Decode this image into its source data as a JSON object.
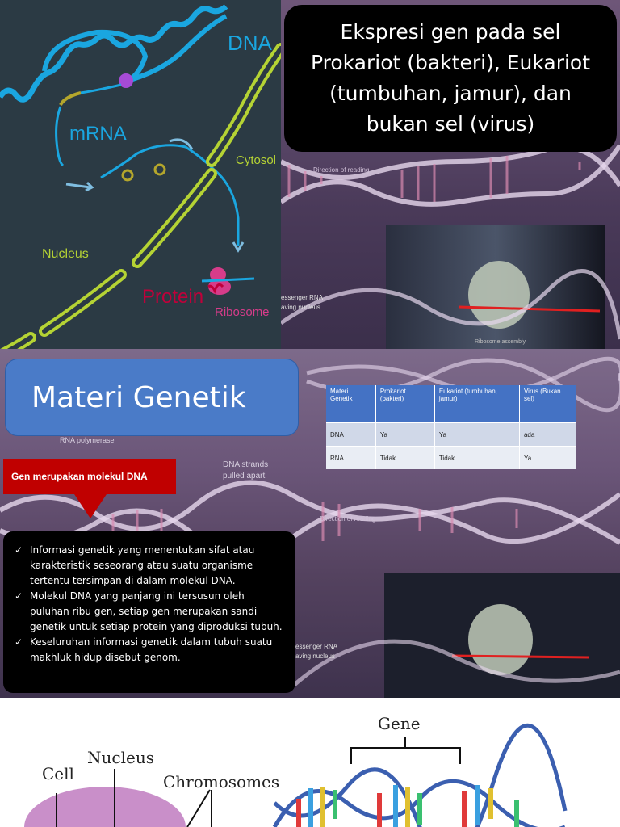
{
  "slide1": {
    "title": "Ekspresi gen pada sel Prokariot (bakteri), Eukariot (tumbuhan, jamur), dan bukan sel (virus)",
    "diagram": {
      "dna": "DNA",
      "mrna": "mRNA",
      "cytosol": "Cytosol",
      "nucleus": "Nucleus",
      "protein": "Protein",
      "ribosome": "Ribosome"
    },
    "photo_caption_a": "Direction of reading",
    "photo_caption_b": "essenger RNA",
    "photo_caption_c": "aving nucleus",
    "photo_caption_d": "Ribosome assembly"
  },
  "slide2": {
    "heading": "Materi Genetik",
    "red_label": "Gen merupakan molekul DNA",
    "bg_text_a": "RNA polymerase",
    "bg_text_b": "DNA strands",
    "bg_text_c": "pulled apart",
    "bg_text_d": "Direction of reading",
    "bg_text_e": "essenger RNA",
    "bg_text_f": "aving nucleus",
    "table": {
      "headers": [
        "Materi Genetik",
        "Prokariot (bakteri)",
        "Eukariot (tumbuhan, jamur)",
        "Virus (Bukan sel)"
      ],
      "rows": [
        [
          "DNA",
          "Ya",
          "Ya",
          "ada"
        ],
        [
          "RNA",
          "Tidak",
          "Tidak",
          "Ya"
        ]
      ]
    },
    "bullets": [
      "Informasi genetik yang menentukan sifat atau karakteristik seseorang atau suatu organisme tertentu tersimpan di dalam molekul DNA.",
      "Molekul DNA yang panjang ini tersusun oleh puluhan ribu gen, setiap gen merupakan sandi genetik untuk setiap protein yang diproduksi tubuh.",
      "Keseluruhan informasi genetik dalam tubuh suatu makhluk hidup disebut genom."
    ],
    "check_glyph": "✓"
  },
  "slide3": {
    "cell": "Cell",
    "nucleus": "Nucleus",
    "chromosomes": "Chromosomes",
    "gene": "Gene"
  },
  "colors": {
    "title_bg": "#000000",
    "heading_bg": "#4a7bc8",
    "red_label": "#c00000",
    "table_header": "#4472c4",
    "dna_strand": "#1aa6e0",
    "membrane": "#b5d334"
  }
}
